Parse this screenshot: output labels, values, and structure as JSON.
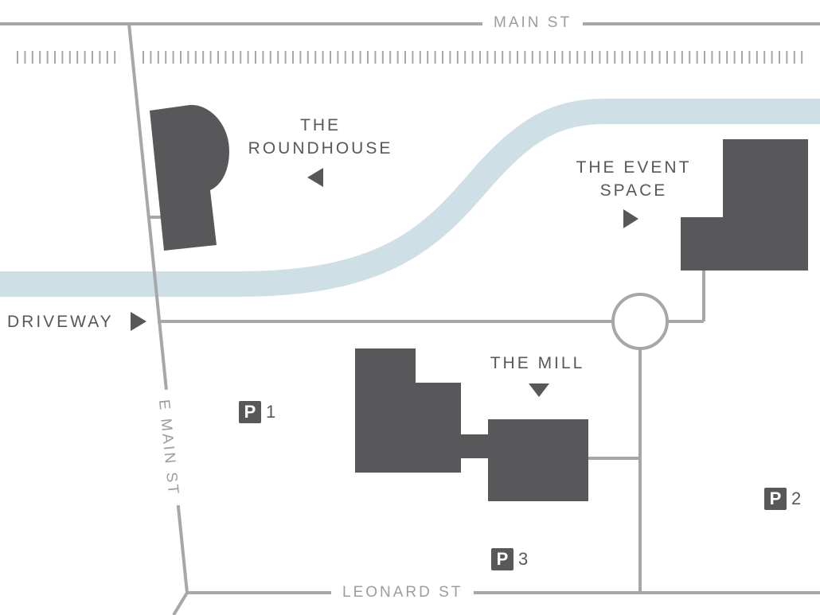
{
  "colors": {
    "building": "#58585a",
    "road": "#a7a7a9",
    "river": "#cfdfe6",
    "text": "#58585a",
    "street_text": "#9d9d9f",
    "background": "#ffffff"
  },
  "streets": {
    "main": "MAIN ST",
    "east_main": "E MAIN ST",
    "leonard": "LEONARD ST"
  },
  "driveway": {
    "label": "DRIVEWAY",
    "icon": "triangle-right-icon"
  },
  "buildings": {
    "roundhouse": {
      "line1": "THE",
      "line2": "ROUNDHOUSE",
      "icon": "triangle-left-icon"
    },
    "event_space": {
      "line1": "THE EVENT",
      "line2": "SPACE",
      "icon": "triangle-right-icon"
    },
    "mill": {
      "label": "THE MILL",
      "icon": "triangle-down-icon"
    }
  },
  "parking": [
    {
      "symbol": "P",
      "number": "1"
    },
    {
      "symbol": "P",
      "number": "2"
    },
    {
      "symbol": "P",
      "number": "3"
    }
  ]
}
